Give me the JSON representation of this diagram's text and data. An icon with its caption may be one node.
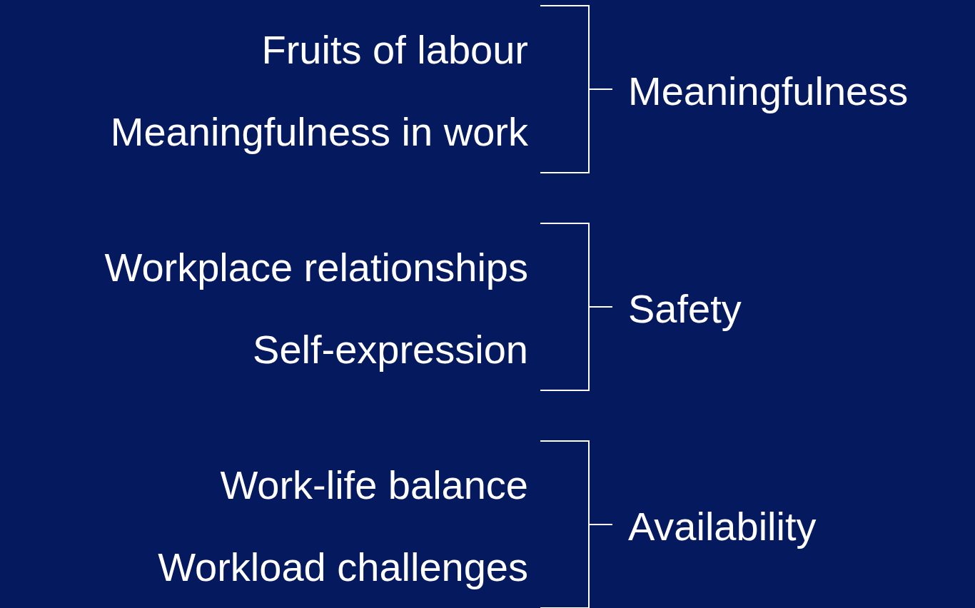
{
  "diagram": {
    "labels": [
      "Fruits of labour",
      "Meaningfulness",
      "Meaningfulness in work",
      "Workplace relationships",
      "Safety",
      "Self-expression",
      "Work-life balance",
      "Availability",
      "Workload challenges"
    ]
  }
}
